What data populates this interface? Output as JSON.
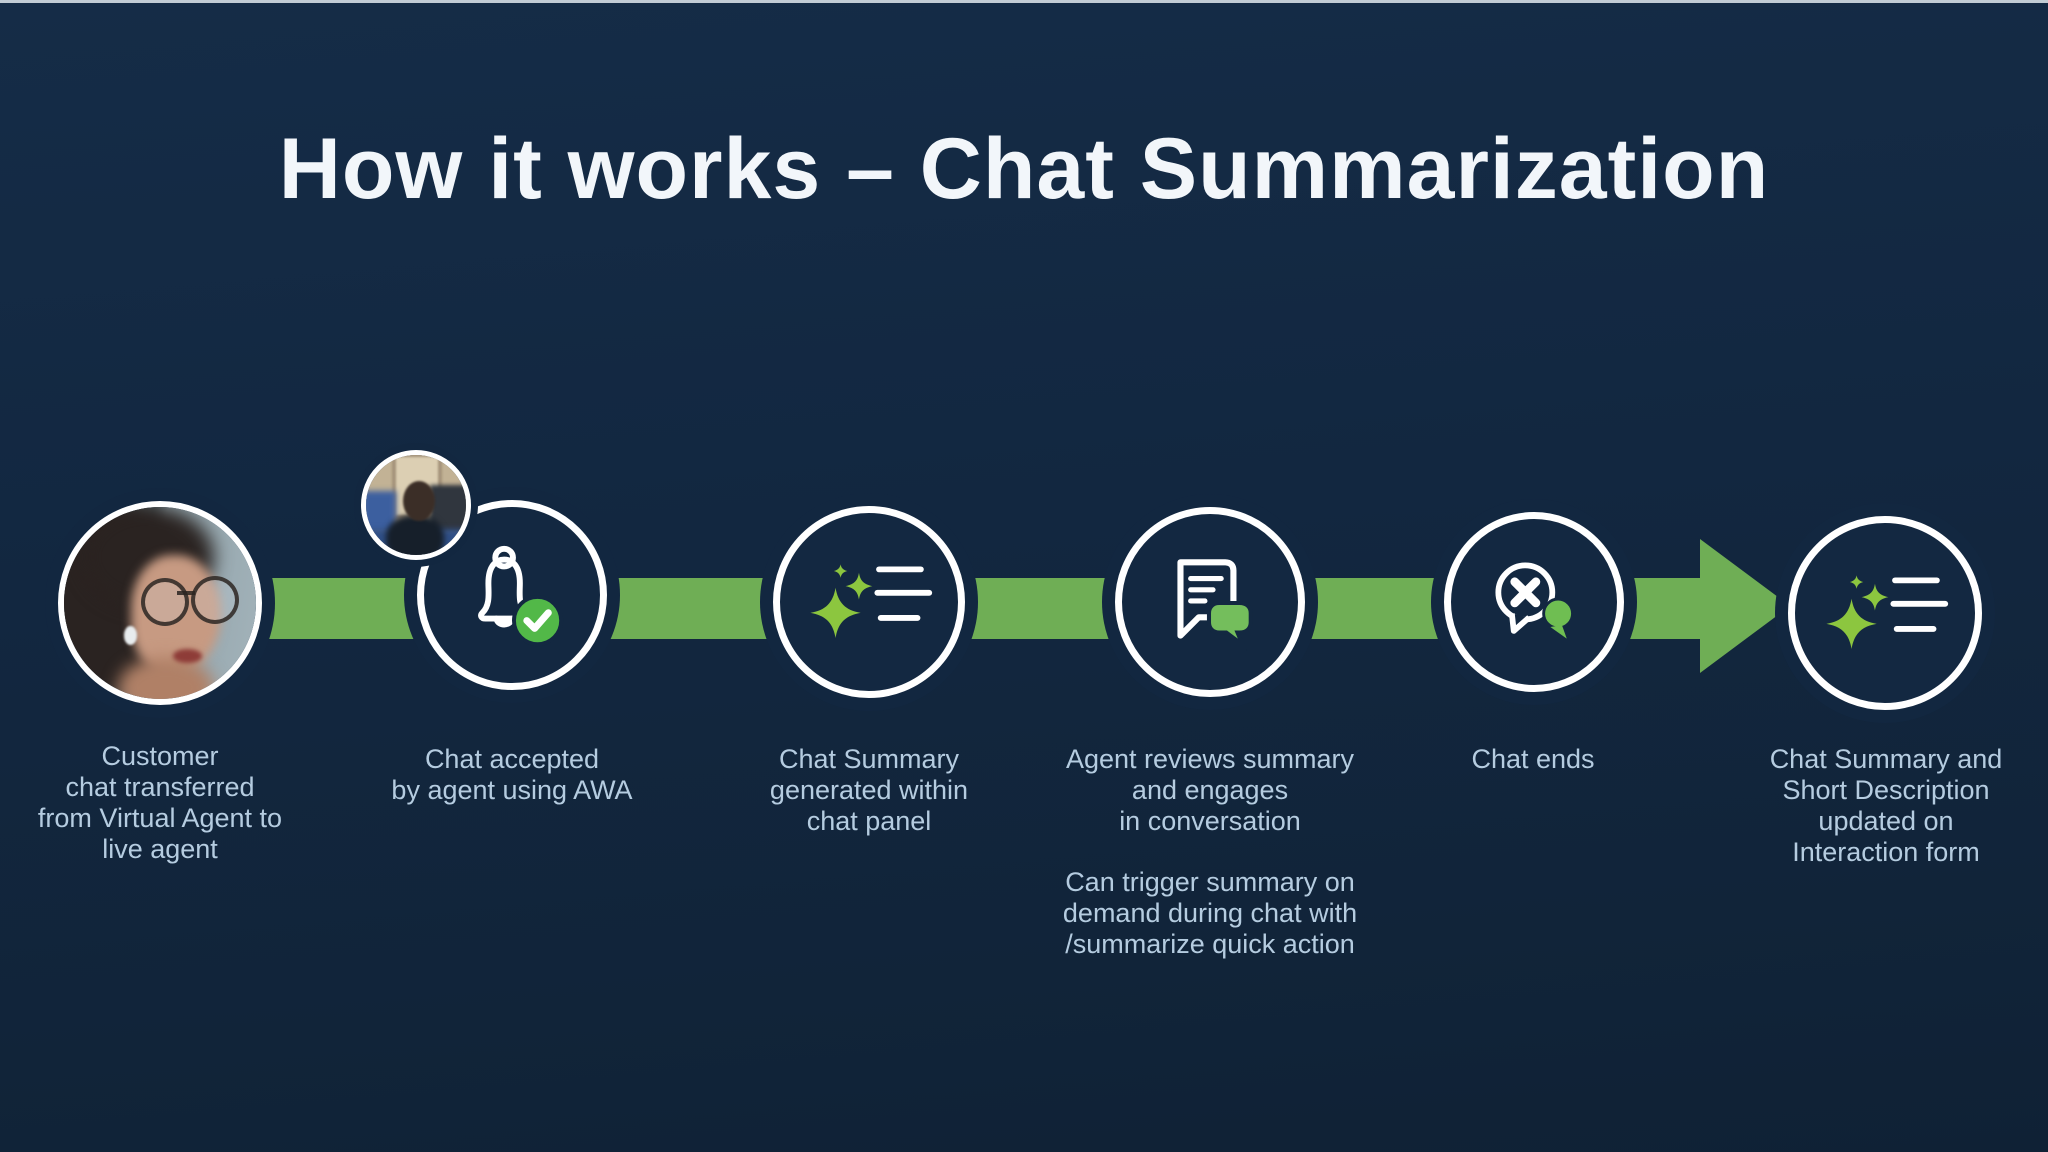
{
  "slide": {
    "title": "How it works – Chat Summarization"
  },
  "colors": {
    "background": "#122740",
    "band_green": "#6FAE55",
    "sparkle_green": "#8CC63F",
    "check_green": "#52B848",
    "bubble_green": "#74BE5C",
    "label_text": "#B5CCE0",
    "title_text": "#F2F6FA",
    "circle_ring": "#FFFFFF"
  },
  "steps": [
    {
      "icon": "customer-photo",
      "label": "Customer\nchat transferred\nfrom Virtual Agent to\nlive agent"
    },
    {
      "icon": "bell-check-icon",
      "label": "Chat accepted\nby agent using AWA"
    },
    {
      "icon": "ai-sparkle-summary-icon",
      "label": "Chat Summary\ngenerated within\nchat panel"
    },
    {
      "icon": "chat-conversation-icon",
      "label": "Agent reviews summary\nand engages\nin conversation",
      "note": "Can trigger summary on\ndemand during chat  with\n/summarize quick action"
    },
    {
      "icon": "chat-end-icon",
      "label": "Chat ends"
    },
    {
      "icon": "ai-sparkle-summary-icon",
      "label": "Chat Summary and\nShort Description\nupdated on\nInteraction form"
    }
  ]
}
